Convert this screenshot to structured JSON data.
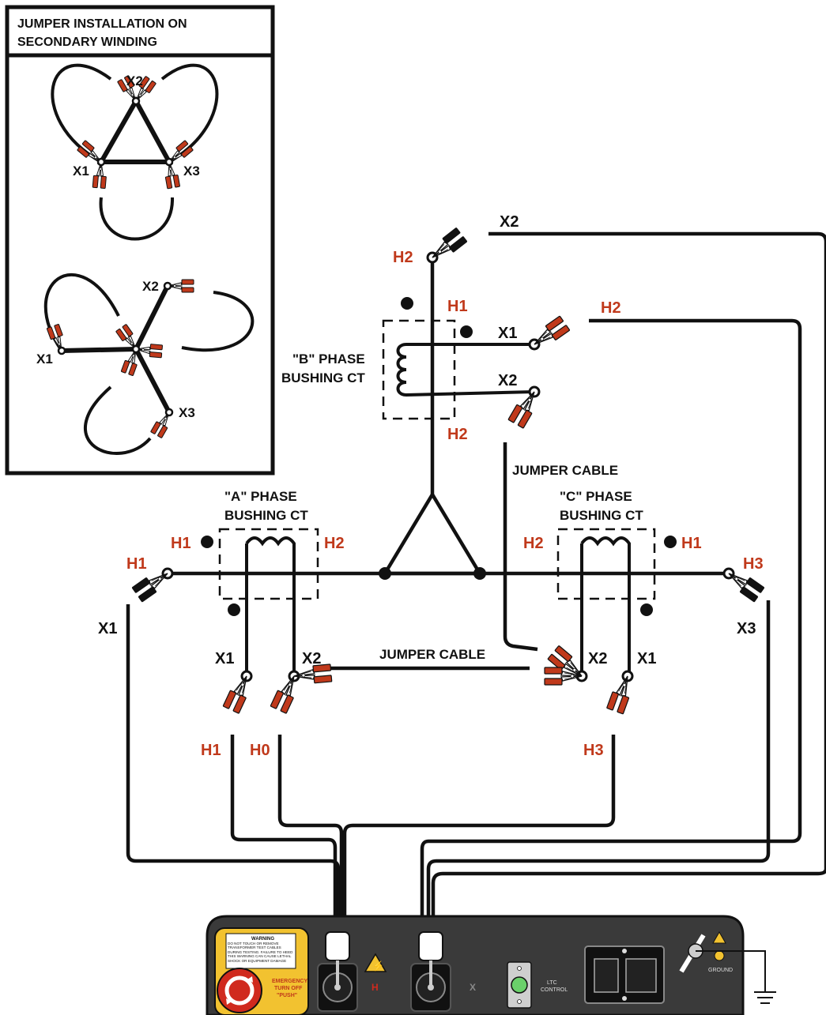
{
  "inset": {
    "title_line1": "JUMPER INSTALLATION ON",
    "title_line2": "SECONDARY WINDING",
    "delta": {
      "x1": "X1",
      "x2": "X2",
      "x3": "X3"
    },
    "wye": {
      "x1": "X1",
      "x2": "X2",
      "x3": "X3"
    }
  },
  "b_phase": {
    "title_line1": "\"B\" PHASE",
    "title_line2": "BUSHING CT",
    "top_terminal": "H2",
    "clip_top": "X2",
    "h1": "H1",
    "h2": "H2",
    "x1": "X1",
    "x2": "X2",
    "clip_right": "H2"
  },
  "a_phase": {
    "title_line1": "\"A\" PHASE",
    "title_line2": "BUSHING CT",
    "h1_dot": "H1",
    "h2": "H2",
    "h1_terminal": "H1",
    "clip_left": "X1",
    "x1": "X1",
    "x2": "X2",
    "clip_h1": "H1",
    "clip_h0": "H0"
  },
  "c_phase": {
    "title_line1": "\"C\" PHASE",
    "title_line2": "BUSHING CT",
    "h2": "H2",
    "h1_dot": "H1",
    "h3_terminal": "H3",
    "clip_right": "X3",
    "x2": "X2",
    "x1": "X1",
    "clip_h3": "H3"
  },
  "jumper_labels": {
    "upper": "JUMPER CABLE",
    "lower": "JUMPER CABLE"
  },
  "instrument": {
    "warning_title": "WARNING",
    "warning_text": "DO NOT TOUCH OR REMOVE TRANSFORMER TEST CABLES DURING TESTING. FAILURE TO HEED THIS WARNING CAN CAUSE LETHAL SHOCK OR EQUIPMENT DAMAGE",
    "estop_line1": "EMERGENCY",
    "estop_line2": "TURN OFF",
    "estop_line3": "\"PUSH\"",
    "h_port": "H",
    "x_port": "X",
    "ltc_line1": "LTC",
    "ltc_line2": "CONTROL",
    "ground": "GROUND"
  },
  "colors": {
    "clip_red": "#c0391b",
    "terminal_red_text": "#c0391b",
    "panel": "#3a3a3a",
    "warning_yellow": "#f2c230"
  }
}
